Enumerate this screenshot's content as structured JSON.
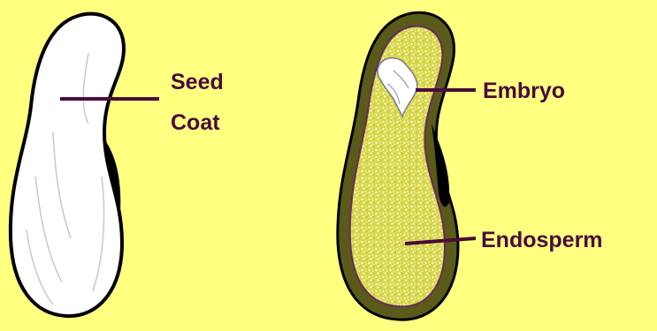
{
  "labels": {
    "seed_coat_line1": "Seed",
    "seed_coat_line2": "Coat",
    "embryo": "Embryo",
    "endosperm": "Endosperm"
  },
  "colors": {
    "background": "#ffff80",
    "label_text": "#4a0a3a",
    "pointer_line": "#4a0a3a",
    "seed_coat_outer": "#5a5a1a",
    "endosperm_fill": "#d8d84a",
    "seed_white": "#ffffff",
    "outline": "#000000"
  }
}
